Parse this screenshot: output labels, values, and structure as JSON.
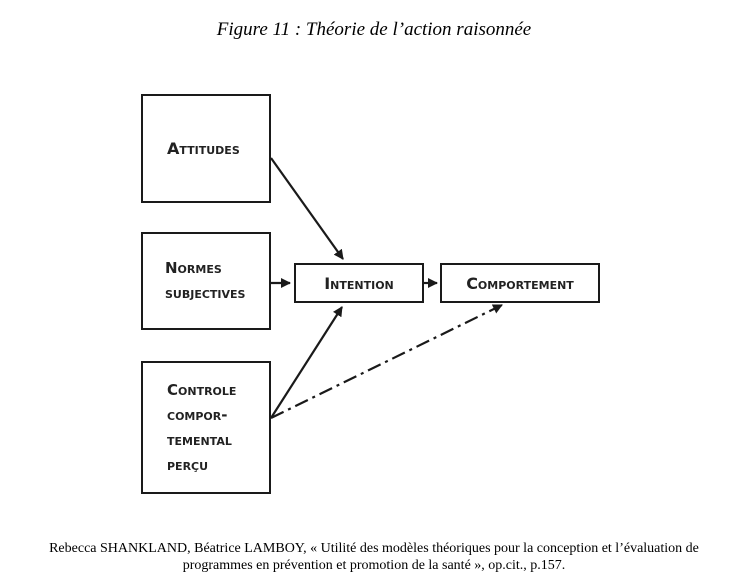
{
  "figure": {
    "title": "Figure 11 : Théorie de l’action raisonnée"
  },
  "nodes": {
    "attitudes": {
      "lines": [
        "Attitudes"
      ]
    },
    "normes": {
      "lines": [
        "Normes",
        "subjectives"
      ]
    },
    "controle": {
      "lines": [
        "Controle",
        "compor-",
        "temental",
        "perçu"
      ]
    },
    "intention": {
      "lines": [
        "Intention"
      ]
    },
    "comportement": {
      "lines": [
        "Comportement"
      ]
    }
  },
  "edges": [
    {
      "from": "Attitudes",
      "to": "Intention",
      "style": "solid"
    },
    {
      "from": "Normes subjectives",
      "to": "Intention",
      "style": "solid"
    },
    {
      "from": "Controle comportemental perçu",
      "to": "Intention",
      "style": "solid"
    },
    {
      "from": "Intention",
      "to": "Comportement",
      "style": "solid"
    },
    {
      "from": "Controle comportemental perçu",
      "to": "Comportement",
      "style": "dash-dot"
    }
  ],
  "caption": {
    "line1": "Rebecca SHANKLAND, Béatrice LAMBOY, « Utilité des modèles théoriques pour la conception et l’évaluation de",
    "line2": "programmes en prévention et promotion de la santé », op.cit., p.157."
  }
}
